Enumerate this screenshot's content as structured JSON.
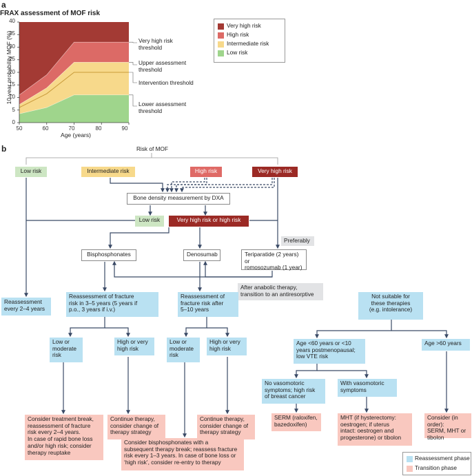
{
  "panel_a": {
    "label": "a",
    "title": "FRAX assessment of MOF risk",
    "chart_data": {
      "type": "area",
      "xlabel": "Age (years)",
      "ylabel": "10-year probability MOF (%)",
      "xlim": [
        50,
        90
      ],
      "ylim": [
        0,
        40
      ],
      "xticks": [
        "50",
        "60",
        "70",
        "80",
        "90"
      ],
      "yticks": [
        "0",
        "5",
        "10",
        "15",
        "20",
        "25",
        "30",
        "35",
        "40"
      ],
      "x": [
        50,
        60,
        70,
        80,
        90
      ],
      "thresholds": [
        {
          "name": "Lower assessment threshold",
          "values": [
            3.5,
            6,
            11,
            11,
            11
          ]
        },
        {
          "name": "Intervention threshold",
          "values": [
            6,
            11.5,
            20,
            20,
            20
          ]
        },
        {
          "name": "Upper assessment threshold",
          "values": [
            7.2,
            13.8,
            24,
            24,
            24
          ]
        },
        {
          "name": "Very high risk threshold",
          "values": [
            11,
            19,
            32,
            32,
            32
          ]
        }
      ],
      "zone_colors": {
        "very_high": "#a33a34",
        "high": "#dc6a66",
        "intermediate": "#f7d98b",
        "low": "#9fd58c"
      },
      "threshold_labels": [
        {
          "line1": "Very high risk",
          "line2": "threshold"
        },
        {
          "line1": "Upper assessment",
          "line2": "threshold"
        },
        {
          "line1": "Intervention threshold",
          "line2": ""
        },
        {
          "line1": "Lower assessment",
          "line2": "threshold"
        }
      ],
      "legend": [
        {
          "label": "Very high risk",
          "color": "#a33a34"
        },
        {
          "label": "High risk",
          "color": "#dc6a66"
        },
        {
          "label": "Intermediate risk",
          "color": "#f7d98b"
        },
        {
          "label": "Low risk",
          "color": "#9fd58c"
        }
      ]
    }
  },
  "panel_b": {
    "label": "b",
    "risk_of_mof": "Risk of MOF",
    "low_risk": "Low risk",
    "intermediate_risk": "Intermediate risk",
    "high_risk": "High risk",
    "very_high_risk": "Very high risk",
    "bone_density": "Bone density measurement by DXA",
    "dxa_low": "Low risk",
    "dxa_high": "Very high risk or high risk",
    "preferably": "Preferably",
    "bisphosphonates": "Bisphosphonates",
    "denosumab": "Denosumab",
    "anabolic_1": "Teriparatide (2 years) or",
    "anabolic_2": "romosozumab (1 year)",
    "after_anabolic_1": "After anabolic therapy,",
    "after_anabolic_2": "transition to an antiresorptive",
    "reassess_2_4_1": "Reassessment",
    "reassess_2_4_2": "every 2–4 years",
    "reassess_bis_1": "Reassessment of fracture",
    "reassess_bis_2": "risk in 3–5 years (5 years if",
    "reassess_bis_3": "p.o., 3 years if i.v.)",
    "reassess_den_1": "Reassessment of",
    "reassess_den_2": "fracture risk after",
    "reassess_den_3": "5–10 years",
    "not_suitable_1": "Not suitable for",
    "not_suitable_2": "these therapies",
    "not_suitable_3": "(e.g. intolerance)",
    "bis_low_1": "Low or",
    "bis_low_2": "moderate",
    "bis_low_3": "risk",
    "bis_high_1": "High or very",
    "bis_high_2": "high risk",
    "den_low_1": "Low or",
    "den_low_2": "moderate",
    "den_low_3": "risk",
    "den_high_1": "High or very",
    "den_high_2": "high risk",
    "age_lt60_1": "Age <60 years or <10",
    "age_lt60_2": "years postmenopausal;",
    "age_lt60_3": "low VTE risk",
    "age_gt60": "Age >60 years",
    "no_vaso_1": "No vasomotoric",
    "no_vaso_2": "symptoms; high risk",
    "no_vaso_3": "of breast cancer",
    "with_vaso_1": "With vasomotoric",
    "with_vaso_2": "symptoms",
    "t_break_1": "Consider treatment break,",
    "t_break_2": "reassessment of fracture",
    "t_break_3": "risk every 2–4 years.",
    "t_break_4": "In case of rapid bone loss",
    "t_break_5": "and/or high risk; consider",
    "t_break_6": "therapy reuptake",
    "t_cont1_1": "Continue therapy,",
    "t_cont1_2": "consider change of",
    "t_cont1_3": "therapy strategy",
    "t_cont2_1": "Continue therapy,",
    "t_cont2_2": "consider change of",
    "t_cont2_3": "therapy strategy",
    "t_bisbreak_1": "Consider bisphosphonates with a",
    "t_bisbreak_2": "subsequent therapy break; reassess fracture",
    "t_bisbreak_3": "risk every 1–3 years. In case of bone loss or",
    "t_bisbreak_4": "‘high risk’, consider re-entry to therapy",
    "t_serm_1": "SERM (raloxifen,",
    "t_serm_2": "bazedoxifen)",
    "t_mht_1": "MHT (if hysterectomy:",
    "t_mht_2": "oestrogen; if uterus",
    "t_mht_3": "intact: oestrogen and",
    "t_mht_4": "progesterone) or tibolon",
    "t_order_1": "Consider (in order):",
    "t_order_2": "SERM, MHT or",
    "t_order_3": "tibolon",
    "legend_reassess": "Reassessment phase",
    "legend_transition": "Transition phase",
    "colors": {
      "reassessment": "#b9e1f2",
      "transition": "#f9c8bf",
      "arrow": "#3a4a66"
    }
  }
}
